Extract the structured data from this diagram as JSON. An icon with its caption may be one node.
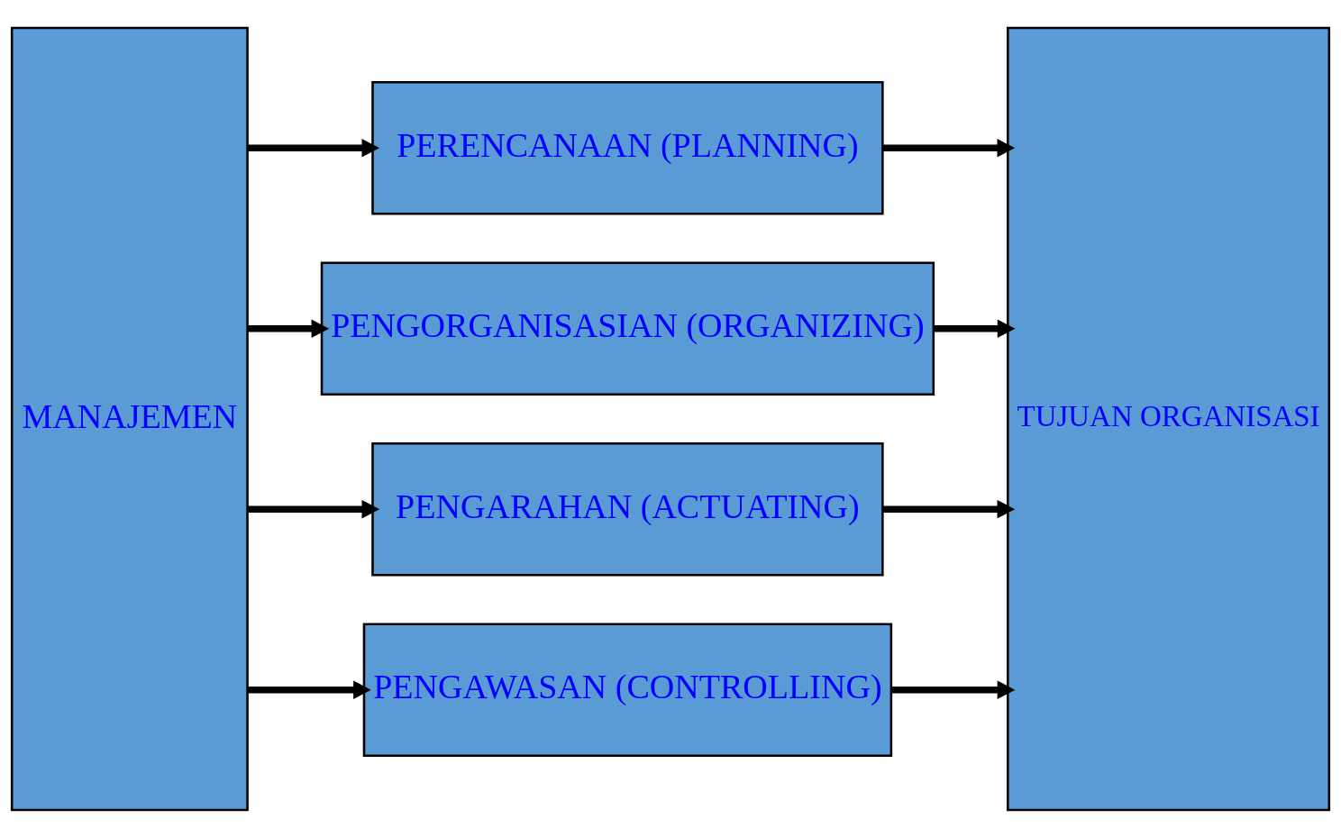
{
  "diagram": {
    "nodes": [
      {
        "text": [
          "MANAJEMEN"
        ]
      },
      {
        "text": [
          "PERENCANAAN (PLANNING)"
        ]
      },
      {
        "text": [
          "PENGORGANISASIAN (ORGANIZING)"
        ]
      },
      {
        "text": [
          "PENGARAHAN (ACTUATING)"
        ]
      },
      {
        "text": [
          "PENGAWASAN (CONTROLLING)"
        ]
      },
      {
        "text": [
          "TUJUAN ORGANISASI"
        ]
      }
    ],
    "edges": [
      {
        "from": 0,
        "to": 1,
        "arrow": "to"
      },
      {
        "from": 0,
        "to": 2,
        "arrow": "to"
      },
      {
        "from": 0,
        "to": 3,
        "arrow": "to"
      },
      {
        "from": 0,
        "to": 4,
        "arrow": "to"
      },
      {
        "from": 1,
        "to": 5,
        "arrow": "to"
      },
      {
        "from": 2,
        "to": 5,
        "arrow": "to"
      },
      {
        "from": 3,
        "to": 5,
        "arrow": "to"
      },
      {
        "from": 4,
        "to": 5,
        "arrow": "to"
      }
    ]
  }
}
